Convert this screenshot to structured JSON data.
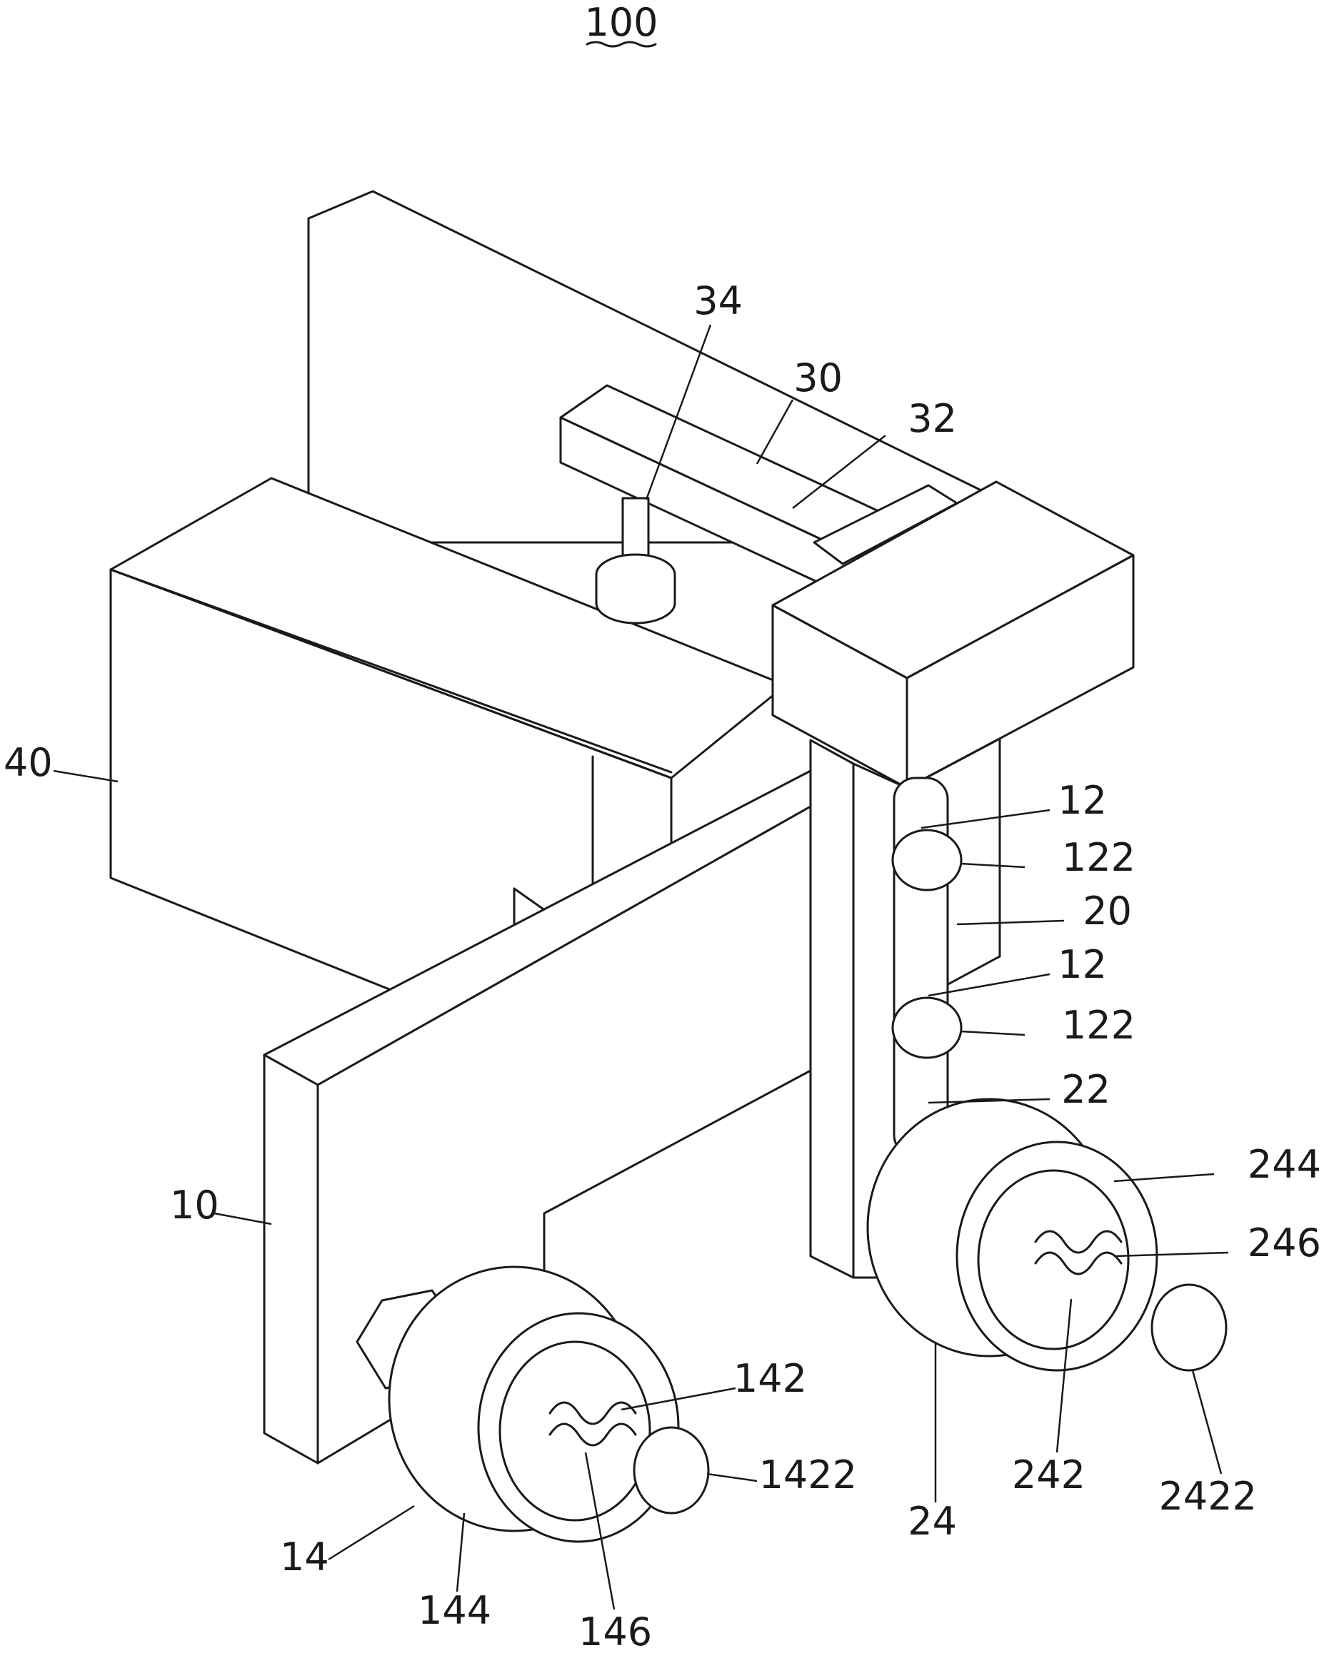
{
  "figure": {
    "title": "100",
    "labels": [
      {
        "id": "34",
        "text": "34"
      },
      {
        "id": "30",
        "text": "30"
      },
      {
        "id": "32",
        "text": "32"
      },
      {
        "id": "40",
        "text": "40"
      },
      {
        "id": "12a",
        "text": "12"
      },
      {
        "id": "122a",
        "text": "122"
      },
      {
        "id": "20",
        "text": "20"
      },
      {
        "id": "12b",
        "text": "12"
      },
      {
        "id": "122b",
        "text": "122"
      },
      {
        "id": "22",
        "text": "22"
      },
      {
        "id": "244",
        "text": "244"
      },
      {
        "id": "10",
        "text": "10"
      },
      {
        "id": "246",
        "text": "246"
      },
      {
        "id": "142",
        "text": "142"
      },
      {
        "id": "1422",
        "text": "1422"
      },
      {
        "id": "242",
        "text": "242"
      },
      {
        "id": "2422",
        "text": "2422"
      },
      {
        "id": "24",
        "text": "24"
      },
      {
        "id": "14",
        "text": "14"
      },
      {
        "id": "144",
        "text": "144"
      },
      {
        "id": "146",
        "text": "146"
      }
    ]
  }
}
